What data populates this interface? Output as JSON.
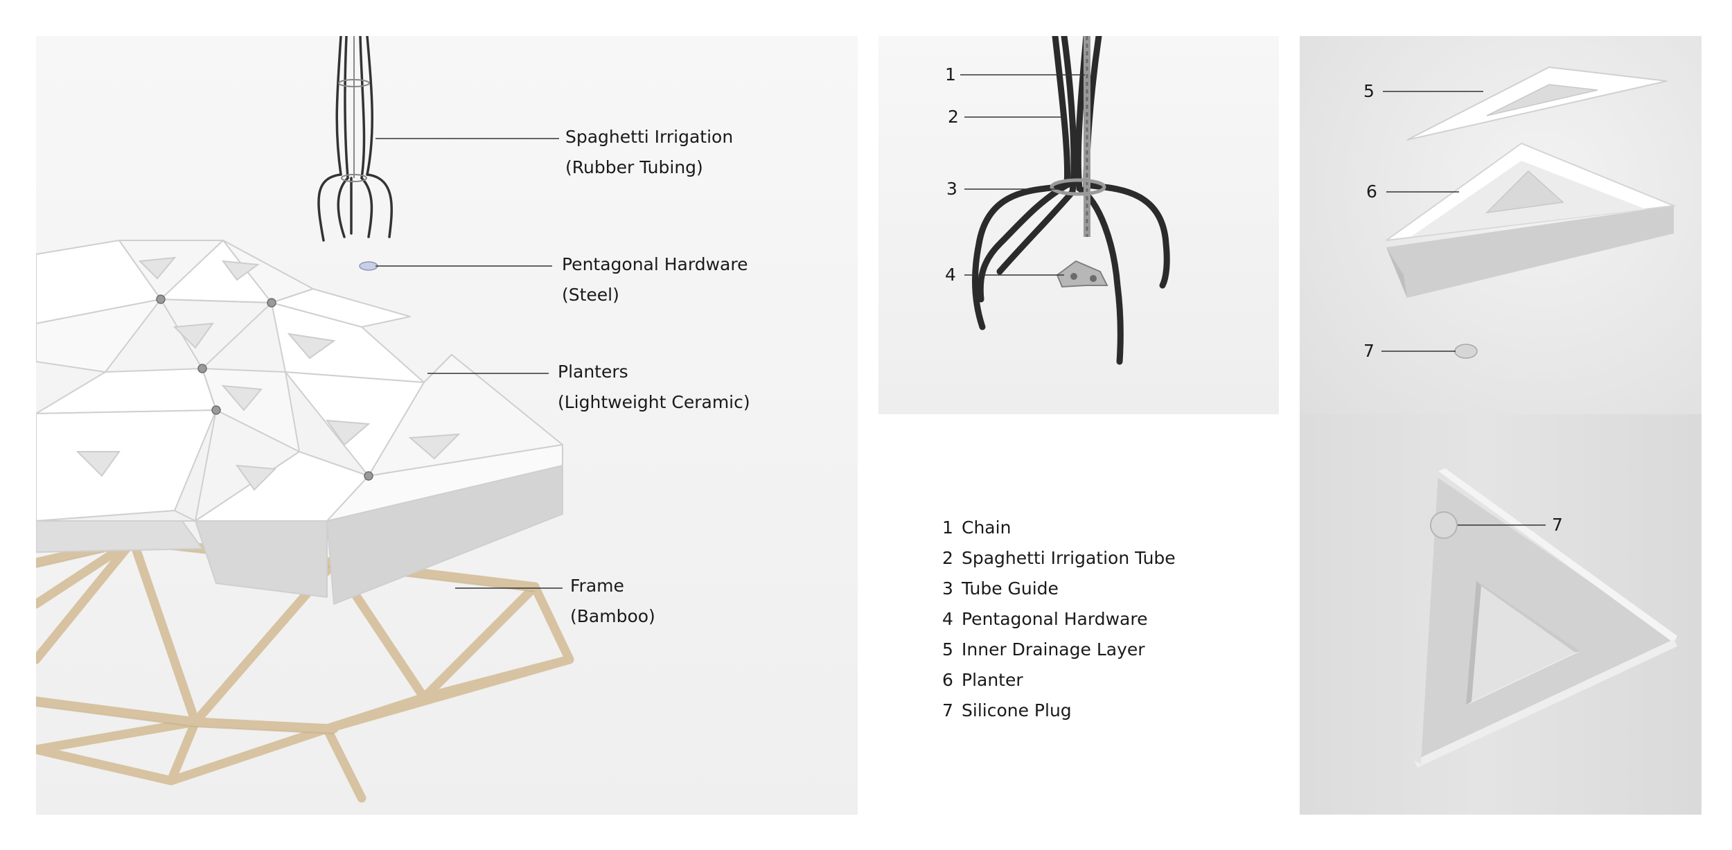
{
  "main_labels": [
    {
      "id": "irrigation",
      "title": "Spaghetti Irrigation",
      "subtitle": "(Rubber Tubing)"
    },
    {
      "id": "hardware",
      "title": "Pentagonal Hardware",
      "subtitle": "(Steel)"
    },
    {
      "id": "planters",
      "title": "Planters",
      "subtitle": "(Lightweight Ceramic)"
    },
    {
      "id": "frame",
      "title": "Frame",
      "subtitle": "(Bamboo)"
    }
  ],
  "detail_callouts": [
    "1",
    "2",
    "3",
    "4"
  ],
  "layer_callouts": [
    "5",
    "6",
    "7"
  ],
  "plug_callout": "7",
  "legend": [
    {
      "num": "1",
      "label": "Chain"
    },
    {
      "num": "2",
      "label": "Spaghetti Irrigation Tube"
    },
    {
      "num": "3",
      "label": "Tube Guide"
    },
    {
      "num": "4",
      "label": "Pentagonal Hardware"
    },
    {
      "num": "5",
      "label": "Inner Drainage Layer"
    },
    {
      "num": "6",
      "label": "Planter"
    },
    {
      "num": "7",
      "label": "Silicone Plug"
    }
  ],
  "colors": {
    "bamboo": "#d7c3a1",
    "ceramic": "#ffffff",
    "ceramic_shadow": "#d9d9d9",
    "tube": "#333333",
    "leader": "#333333"
  }
}
